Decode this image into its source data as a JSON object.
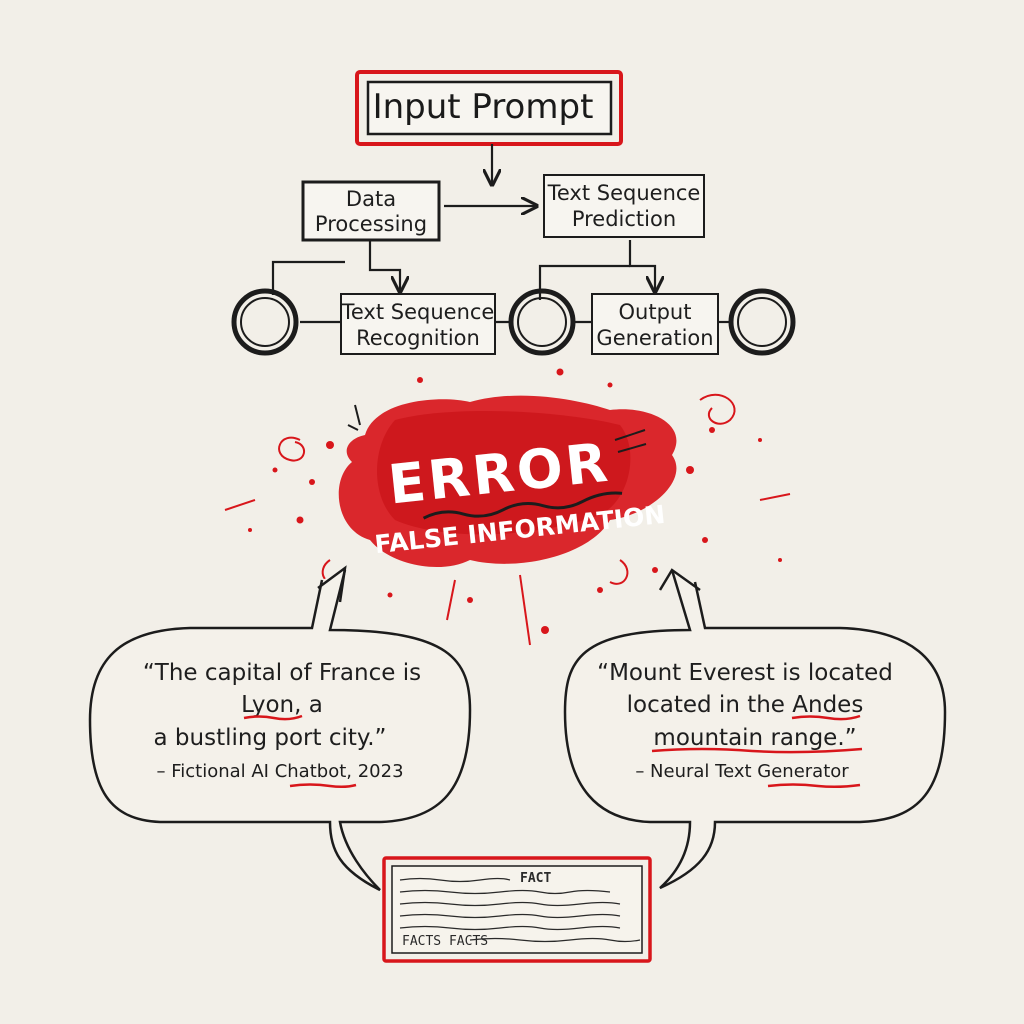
{
  "diagram": {
    "input_prompt": "Input Prompt",
    "data_processing": [
      "Data",
      "Processing"
    ],
    "text_sequence_prediction": [
      "Text Sequence",
      "Prediction"
    ],
    "text_sequence_recognition": [
      "Text Sequence",
      "Recognition"
    ],
    "output_generation": [
      "Output",
      "Generation"
    ]
  },
  "error": {
    "title": "ERROR",
    "subtitle": "FALSE INFORMATION",
    "accent_color": "#d8161b"
  },
  "quotes": [
    {
      "lines": [
        "“The capital of France is",
        "Lyon, a",
        "a bustling port city.”"
      ],
      "attribution": "– Fictional AI Chatbot, 2023"
    },
    {
      "lines": [
        "“Mount Everest is located",
        "located in the Andes",
        "mountain range.”"
      ],
      "attribution": "– Neural Text Generator"
    }
  ],
  "facts_box": {
    "lines": [
      "FACT",
      "FACTS FACTS"
    ]
  }
}
